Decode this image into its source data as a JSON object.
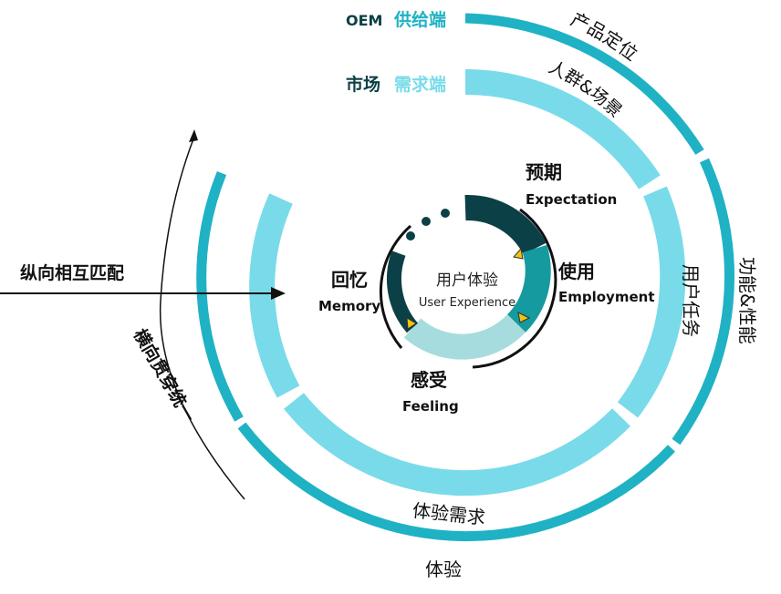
{
  "colors": {
    "dark_teal": "#0b4046",
    "teal": "#159aa0",
    "mid_teal": "#1fb2c4",
    "light_cyan": "#79dbe9",
    "pale_teal": "#a6dcdd",
    "arrow_yellow": "#f2c40f",
    "text_dark": "#111111"
  },
  "legend": {
    "supply_prefix": "OEM",
    "supply_label": "供给端",
    "demand_prefix": "市场",
    "demand_label": "需求端"
  },
  "outer_ring": {
    "top_label": "产品定位",
    "right_label": "功能&性能",
    "bottom_label": "体验"
  },
  "middle_ring": {
    "top_label": "人群&场景",
    "right_label": "用户任务",
    "bottom_label": "体验需求"
  },
  "center": {
    "title_cn": "用户体验",
    "title_en": "User Experience"
  },
  "stages": [
    {
      "cn": "预期",
      "en": "Expectation"
    },
    {
      "cn": "使用",
      "en": "Employment"
    },
    {
      "cn": "感受",
      "en": "Feeling"
    },
    {
      "cn": "回忆",
      "en": "Memory"
    }
  ],
  "left_axis": {
    "vertical_label": "纵向相互匹配",
    "horizontal_label": "横向贯穿统一"
  },
  "icons": {
    "stage_arrow": "triangle-arrow-icon",
    "axis_arrow": "arrowhead-icon",
    "dots": "ellipsis-dots-icon"
  }
}
